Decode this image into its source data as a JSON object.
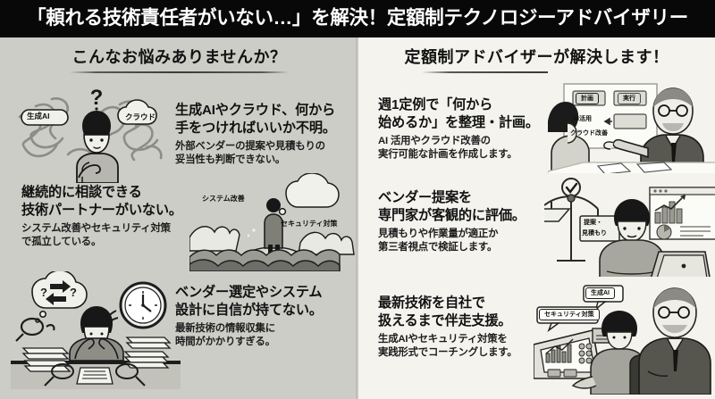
{
  "title": "「頼れる技術責任者がいない…」を解決！定額制テクノロジーアドバイザリー",
  "colors": {
    "title_bar_bg": "#080808",
    "title_text": "#ffffff",
    "left_panel_bg": "#cdcdc7",
    "right_panel_bg": "#f4f3ee",
    "body_text": "#111111"
  },
  "left": {
    "heading": "こんなお悩みありませんか？",
    "blocks": [
      {
        "head": "生成AIやクラウド、何から\n手をつければいいか不明。",
        "sub": "外部ベンダーの提案や見積もりの\n妥当性も判断できない。",
        "illustration": "confused-man-tangled-lines",
        "tags": [
          "生成AI",
          "クラウド",
          "?"
        ]
      },
      {
        "head": "継続的に相談できる\n技術パートナーがいない。",
        "sub": "システム改善やセキュリティ対策\nで孤立している。",
        "illustration": "man-alone-on-island-in-waves",
        "tags": [
          "システム改善",
          "セキュリティ対策"
        ]
      },
      {
        "head": "ベンダー選定やシステム\n設計に自信が持てない。",
        "sub": "最新技術の情報収集に\n時間がかかりすぎる。",
        "illustration": "stressed-man-papers-clock-magnifiers",
        "tags": [
          "?",
          "?"
        ]
      }
    ]
  },
  "right": {
    "heading": "定額制アドバイザーが解決します！",
    "blocks": [
      {
        "head": "週1定例で「何から\n始めるか」を整理・計画。",
        "sub": "AI 活用やクラウド改善の\n実行可能な計画を作成します。",
        "illustration": "advisor-whiteboard-meeting",
        "tags": [
          "計画",
          "実行",
          "AI活用",
          "クラウド改善"
        ]
      },
      {
        "head": "ベンダー提案を\n専門家が客観的に評価。",
        "sub": "見積もりや作業量が適正か\n第三者視点で検証します。",
        "illustration": "balance-scale-check-laptop-dashboard",
        "tags": [
          "提案・",
          "見積もり"
        ]
      },
      {
        "head": "最新技術を自社で\n扱えるまで伴走支援。",
        "sub": "生成AIやセキュリティ対策を\n実践形式でコーチングします。",
        "illustration": "coaching-at-control-console",
        "tags": [
          "生成AI",
          "セキュリティ対策"
        ]
      }
    ]
  }
}
